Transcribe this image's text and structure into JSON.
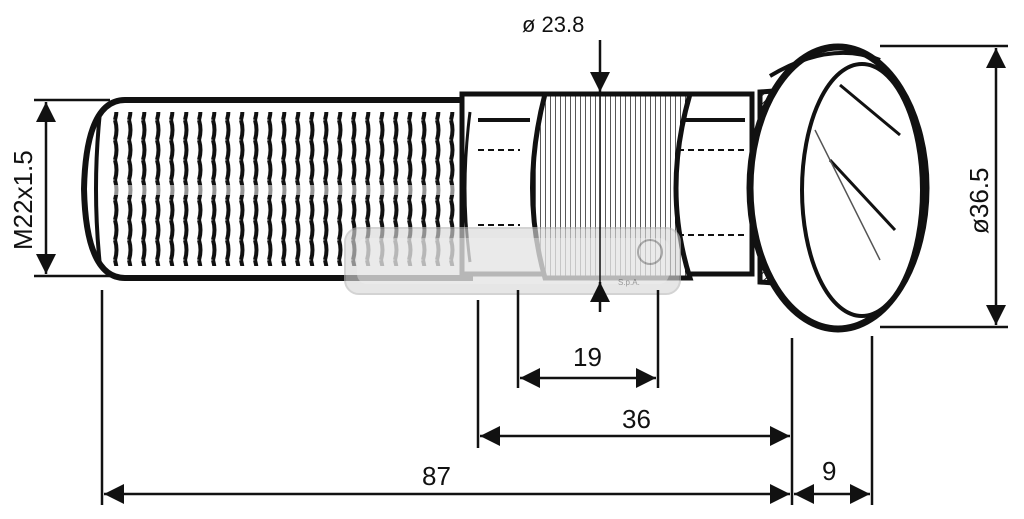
{
  "dimensions": {
    "collar_diameter": "ø 23.8",
    "thread_spec": "M22x1.5",
    "head_diameter": "ø36.5",
    "knurl_length": "19",
    "shank_length": "36",
    "overall_length": "87",
    "head_thickness": "9"
  },
  "watermark": {
    "suffix": "S.p.A."
  },
  "colors": {
    "ink": "#111111",
    "watermark_fill": "#d9d9d9"
  }
}
